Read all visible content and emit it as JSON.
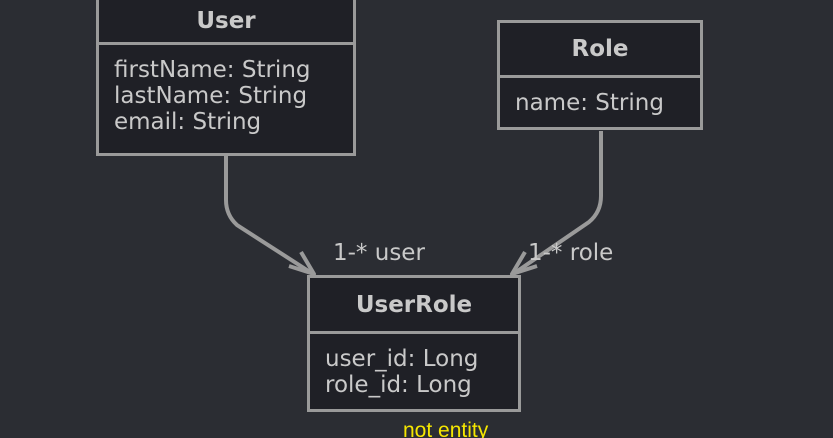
{
  "classes": {
    "user": {
      "name": "User",
      "attributes": [
        "firstName: String",
        "lastName: String",
        "email: String"
      ]
    },
    "role": {
      "name": "Role",
      "attributes": [
        "name: String"
      ]
    },
    "userrole": {
      "name": "UserRole",
      "attributes": [
        "user_id: Long",
        "role_id: Long"
      ]
    }
  },
  "edges": {
    "user_to_userrole": {
      "label": "1-* user"
    },
    "role_to_userrole": {
      "label": "1-* role"
    }
  },
  "note": "not entity",
  "colors": {
    "background": "#2b2d33",
    "box_fill": "#1f2026",
    "stroke": "#9a9a9a",
    "text": "#c9c9c9",
    "note_text": "#f5e600"
  }
}
